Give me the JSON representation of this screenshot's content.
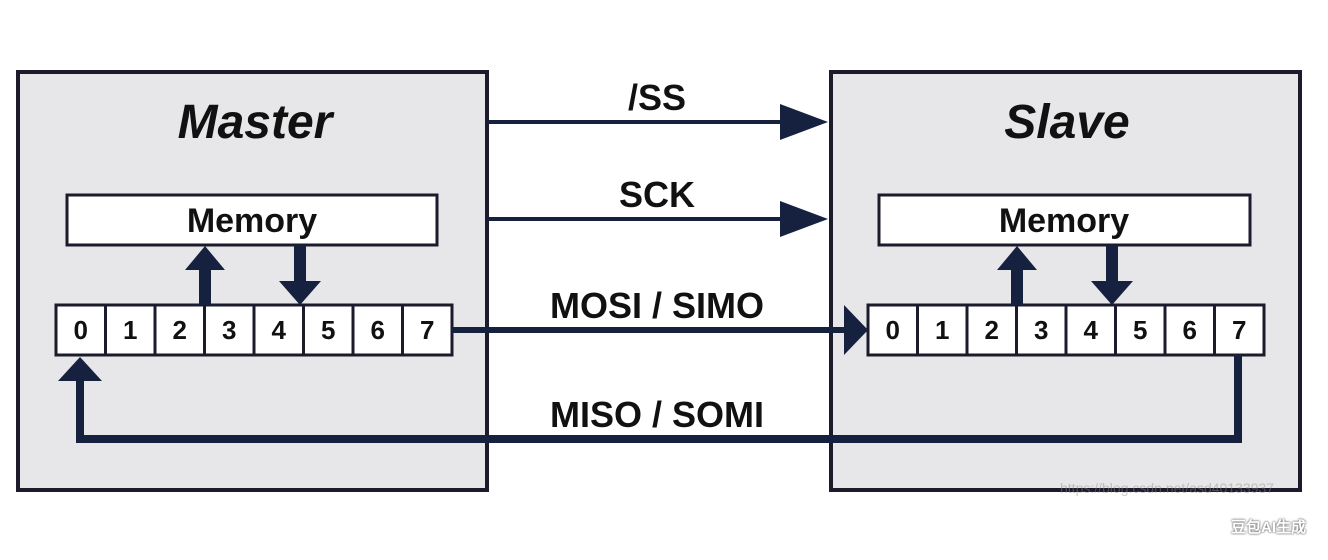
{
  "colors": {
    "device_fill": "#e7e7e9",
    "outline": "#1b1b2b",
    "signal": "#15213f",
    "cell_fill": "#ffffff"
  },
  "master": {
    "title": "Master",
    "memory_label": "Memory",
    "bits": [
      "0",
      "1",
      "2",
      "3",
      "4",
      "5",
      "6",
      "7"
    ]
  },
  "slave": {
    "title": "Slave",
    "memory_label": "Memory",
    "bits": [
      "0",
      "1",
      "2",
      "3",
      "4",
      "5",
      "6",
      "7"
    ]
  },
  "signals": {
    "ss": "/SS",
    "sck": "SCK",
    "mosi": "MOSI / SIMO",
    "miso": "MISO / SOMI"
  },
  "overlay": {
    "watermark": "https://blog.csdn.net/asd40133937",
    "badge": "豆包AI生成"
  }
}
